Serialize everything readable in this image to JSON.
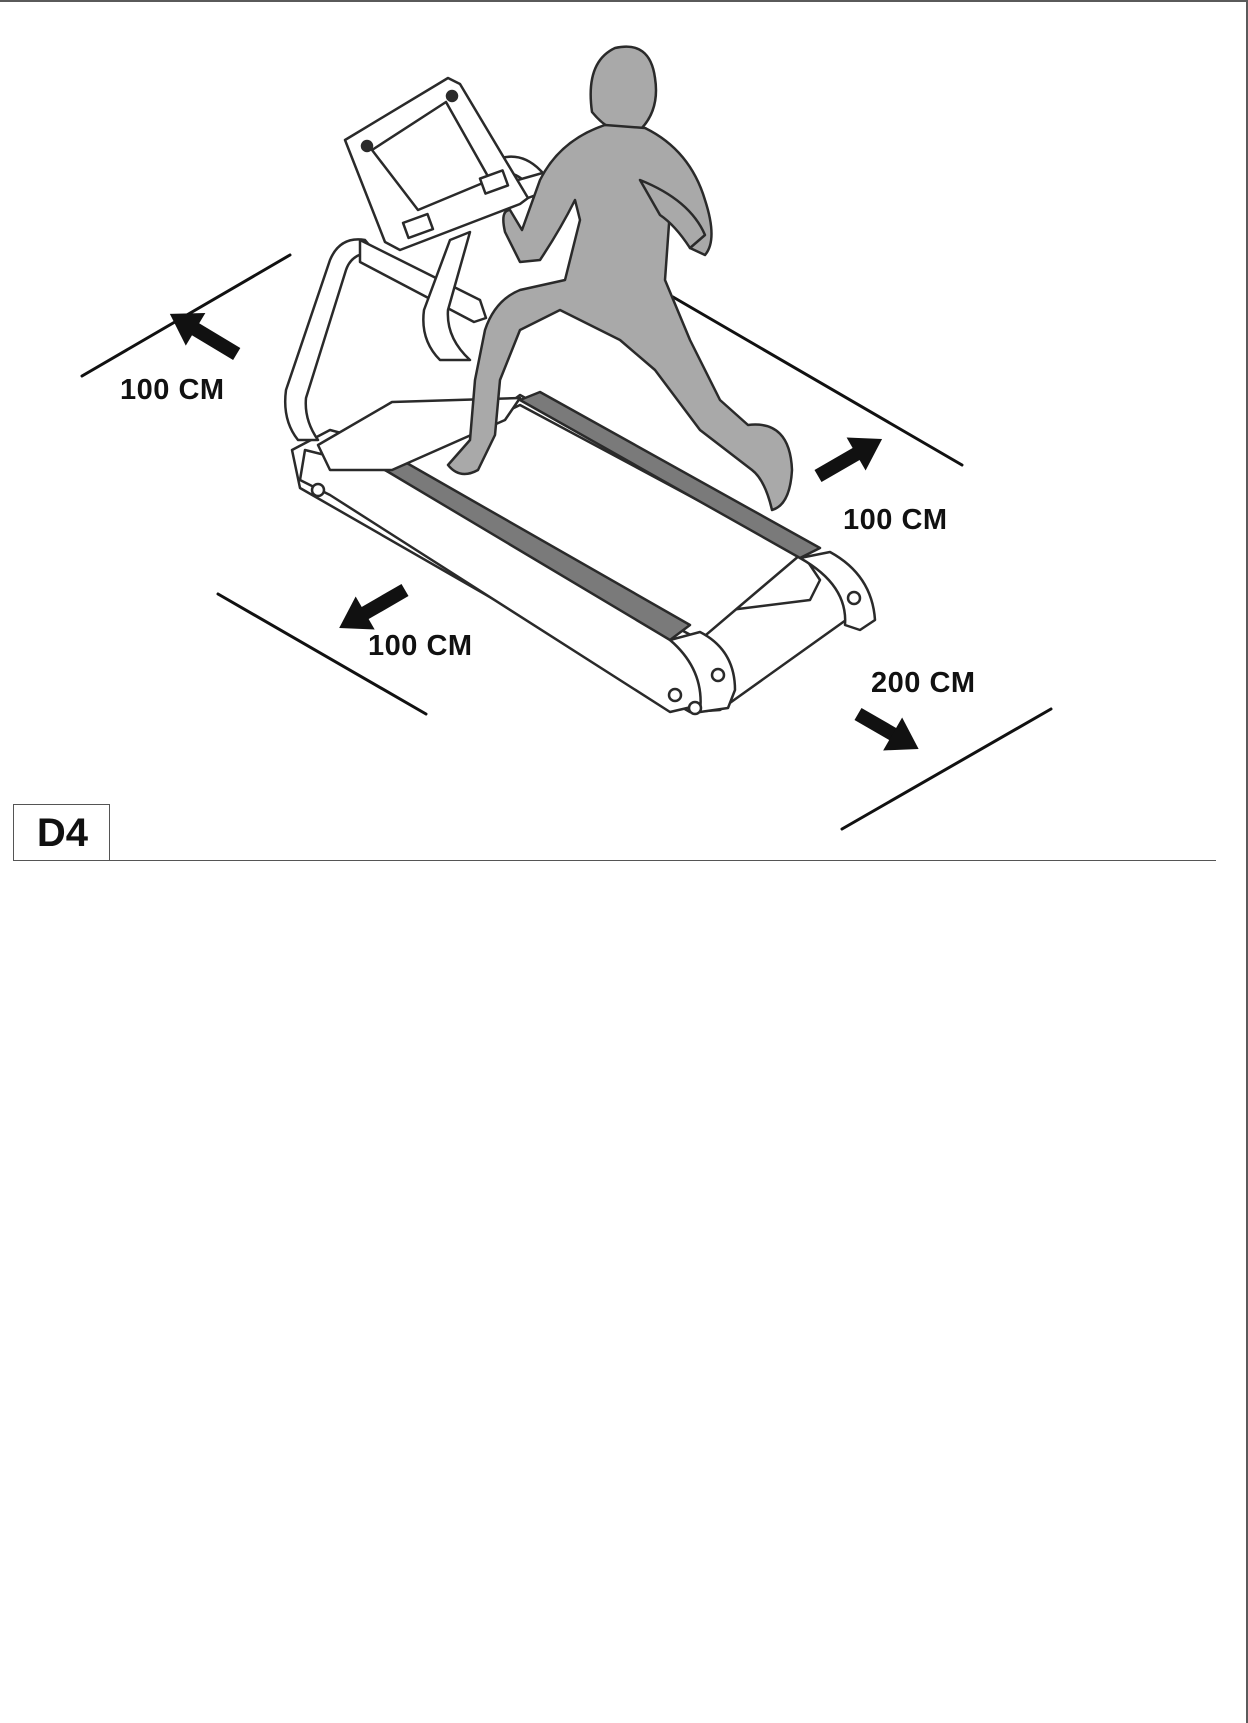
{
  "figure": {
    "id": "D4"
  },
  "clearances": {
    "left": "100 CM",
    "right": "100 CM",
    "front": "100 CM",
    "rear": "200 CM"
  },
  "colors": {
    "line": "#111111",
    "figure_fill": "#a9a9a9",
    "frame_stroke": "#2a2a2a",
    "belt_fill": "#7a7a7a"
  },
  "icons": {
    "arrow": "arrow-icon",
    "treadmill": "treadmill-icon",
    "runner": "runner-icon"
  }
}
